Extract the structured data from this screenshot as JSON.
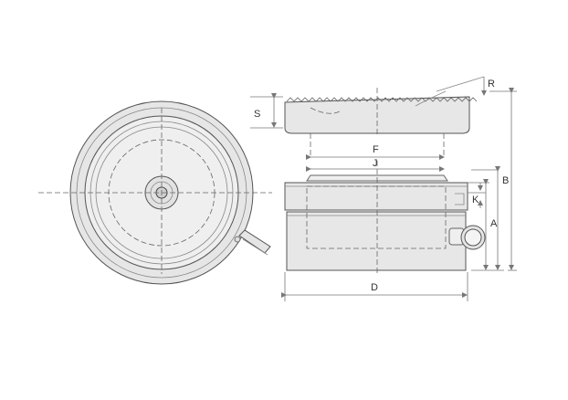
{
  "labels": {
    "s": "S",
    "r": "R",
    "f": "F",
    "j": "J",
    "b": "B",
    "k": "K",
    "a": "A",
    "d": "D"
  }
}
